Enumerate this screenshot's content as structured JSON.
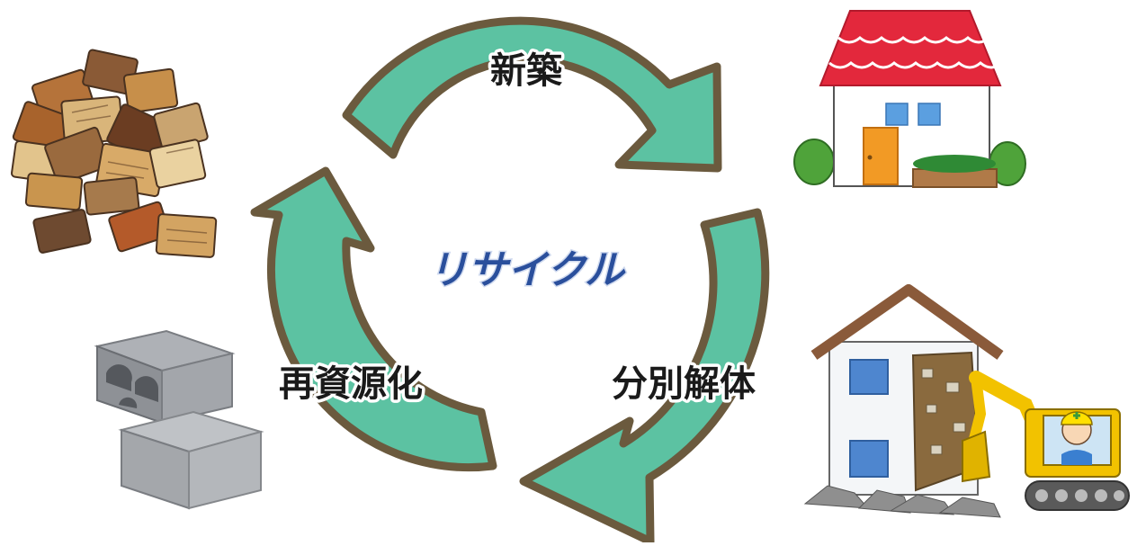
{
  "diagram": {
    "center_title": "リサイクル",
    "stages": {
      "new_build": "新築",
      "demolition": "分別解体",
      "recycling": "再資源化"
    }
  },
  "colors": {
    "arrow_fill": "#5cc2a2",
    "arrow_outline": "#6b5a3e",
    "center_text": "#2a4f9c",
    "roof_red": "#e3283c",
    "excavator_yellow": "#f2c200"
  },
  "illustrations": {
    "top_left": "wood-chips-icon",
    "top_right": "house-icon",
    "bottom_left": "concrete-blocks-icon",
    "bottom_right": "demolition-excavator-icon"
  }
}
